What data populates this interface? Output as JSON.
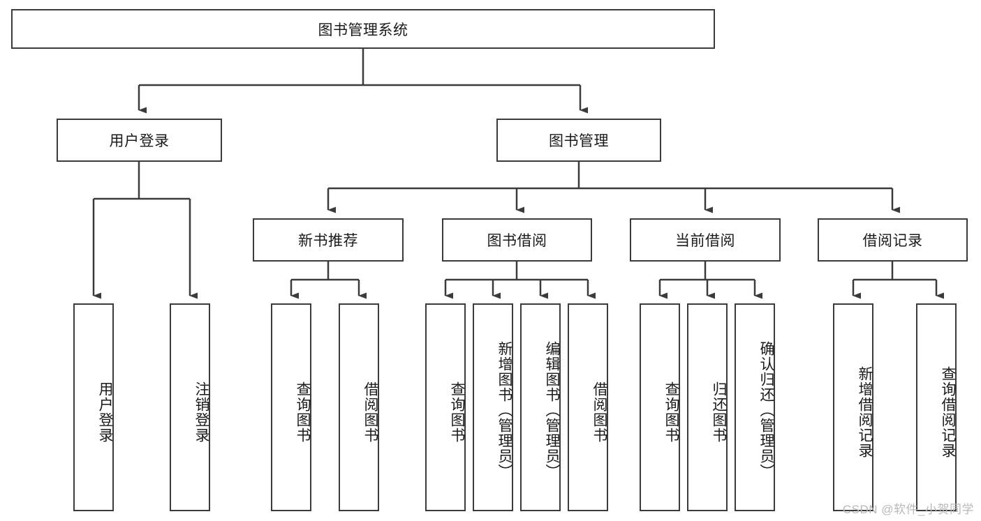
{
  "diagram": {
    "title": "图书管理系统",
    "root": {
      "label": "图书管理系统"
    },
    "level1": [
      {
        "label": "用户登录"
      },
      {
        "label": "图书管理"
      }
    ],
    "level2": [
      {
        "label": "新书推荐"
      },
      {
        "label": "图书借阅"
      },
      {
        "label": "当前借阅"
      },
      {
        "label": "借阅记录"
      }
    ],
    "leaves": {
      "user_login": [
        {
          "label": "用户登录"
        },
        {
          "label": "注销登录"
        }
      ],
      "new_book_recommend": [
        {
          "label": "查询图书"
        },
        {
          "label": "借阅图书"
        }
      ],
      "book_borrow": [
        {
          "label": "查询图书"
        },
        {
          "label": "新增图书（管理员）"
        },
        {
          "label": "编辑图书（管理员）"
        },
        {
          "label": "借阅图书"
        }
      ],
      "current_borrow": [
        {
          "label": "查询图书"
        },
        {
          "label": "归还图书"
        },
        {
          "label": "确认归还（管理员）"
        }
      ],
      "borrow_record": [
        {
          "label": "新增借阅记录"
        },
        {
          "label": "查询借阅记录"
        }
      ]
    }
  },
  "watermark": {
    "text": "CSDN @软件_小贺同学"
  },
  "colors": {
    "stroke": "#3b3b3b",
    "background": "#ffffff",
    "text": "#1a1a1a",
    "watermark": "#b8b8b8"
  }
}
